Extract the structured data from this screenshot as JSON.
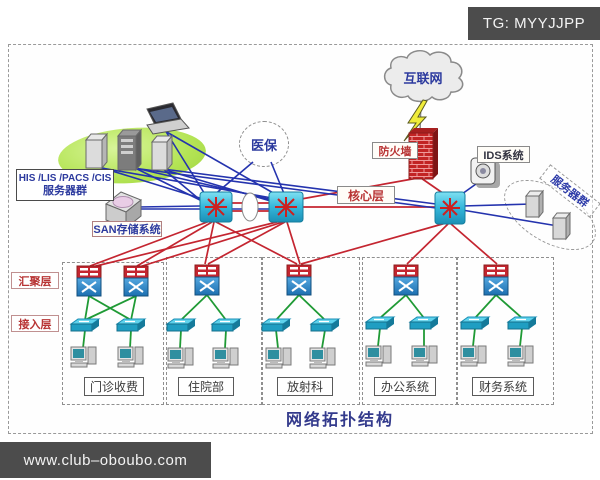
{
  "watermarks": {
    "top": "TG: MYYJJPP",
    "bottom": "www.club–oboubo.com"
  },
  "diagram": {
    "title": "网络拓扑结构",
    "internet_cloud": "互联网",
    "firewall": "防火墙",
    "ids_system": "IDS系统",
    "server_cluster_right": "服务器群",
    "medical_insurance": "医保",
    "core_layer": "核心层",
    "aggregation_layer": "汇聚层",
    "access_layer": "接入层",
    "his_servers_line1": "HIS /LIS /PACS /CIS",
    "his_servers_line2": "服务器群",
    "san_storage": "SAN存储系统",
    "groups": [
      {
        "label": "门诊收费"
      },
      {
        "label": "住院部"
      },
      {
        "label": "放射科"
      },
      {
        "label": "办公系统"
      },
      {
        "label": "财务系统"
      }
    ]
  },
  "colors": {
    "line_red": "#c42530",
    "line_blue": "#2433ae",
    "line_green": "#1f9a35",
    "switch_cyan": "#35b6da",
    "watermark_bg": "#4c4c4c"
  }
}
